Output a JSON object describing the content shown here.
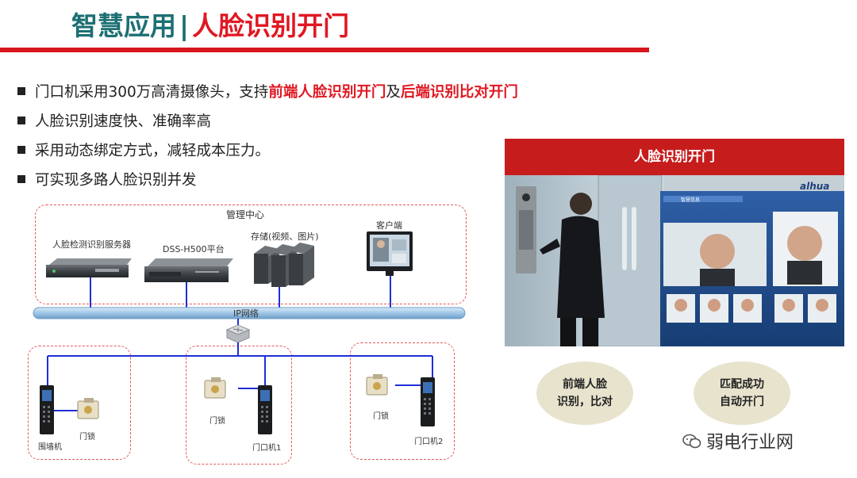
{
  "header": {
    "title_main": "智慧应用",
    "title_sep": "|",
    "title_sub": "人脸识别开门"
  },
  "bullets": [
    {
      "prefix": "门口机采用300万高清摄像头，支持",
      "hl1": "前端人脸识别开门",
      "mid": "及",
      "hl2": "后端识别比对开门"
    },
    {
      "text": "人脸识别速度快、准确率高"
    },
    {
      "text": "采用动态绑定方式，减轻成本压力。"
    },
    {
      "text": "可实现多路人脸识别并发"
    }
  ],
  "diagram": {
    "management_center": "管理中心",
    "face_server": "人脸检测识别服务器",
    "platform": "DSS-H500平台",
    "storage": "存储(视频、图片)",
    "client": "客户端",
    "network": "IP网络",
    "wall_unit": "围墙机",
    "door_lock": "门锁",
    "door_unit_1": "门口机1",
    "door_unit_2": "门口机2"
  },
  "panel": {
    "title": "人脸识别开门",
    "brand": "alhua",
    "bubble_left": [
      "前端人脸",
      "识别，比对"
    ],
    "bubble_right": [
      "匹配成功",
      "自动开门"
    ]
  },
  "watermark": "弱电行业网",
  "colors": {
    "accent_red": "#d7161e",
    "title_teal": "#1c6f73",
    "link_blue": "#1f2fd6"
  }
}
